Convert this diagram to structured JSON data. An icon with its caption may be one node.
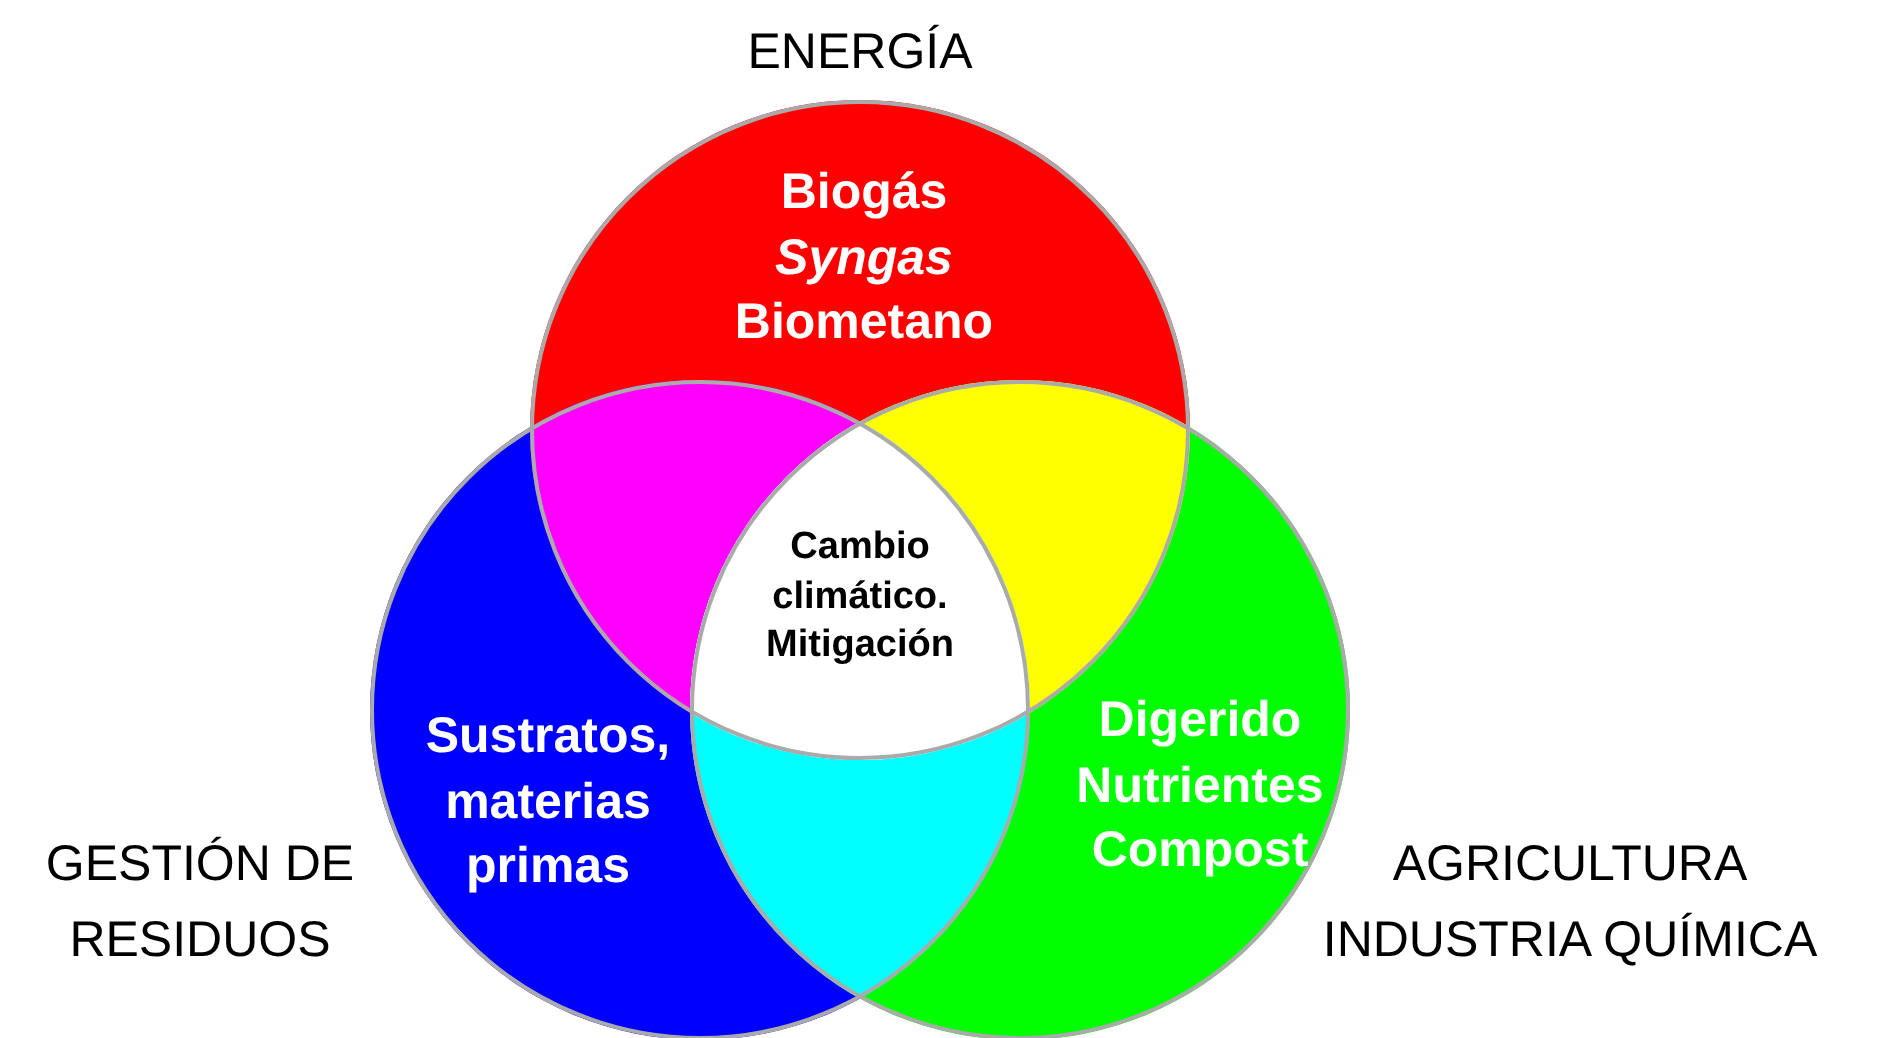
{
  "diagram": {
    "nodes": [
      {
        "text": [
          "Biogás",
          "*Syngas*",
          "Biometano"
        ],
        "beside": [
          "ENERGÍA"
        ]
      },
      {
        "text": [
          "Sustratos, materias primas"
        ],
        "beside": [
          "GESTIÓN DE RESIDUOS"
        ]
      },
      {
        "text": [
          "Digerido",
          "Nutrientes",
          "Compost"
        ],
        "beside": [
          "AGRICULTURA INDUSTRIA QUÍMICA"
        ]
      },
      {
        "text": [
          "Cambio climático. Mitigación"
        ]
      }
    ]
  }
}
